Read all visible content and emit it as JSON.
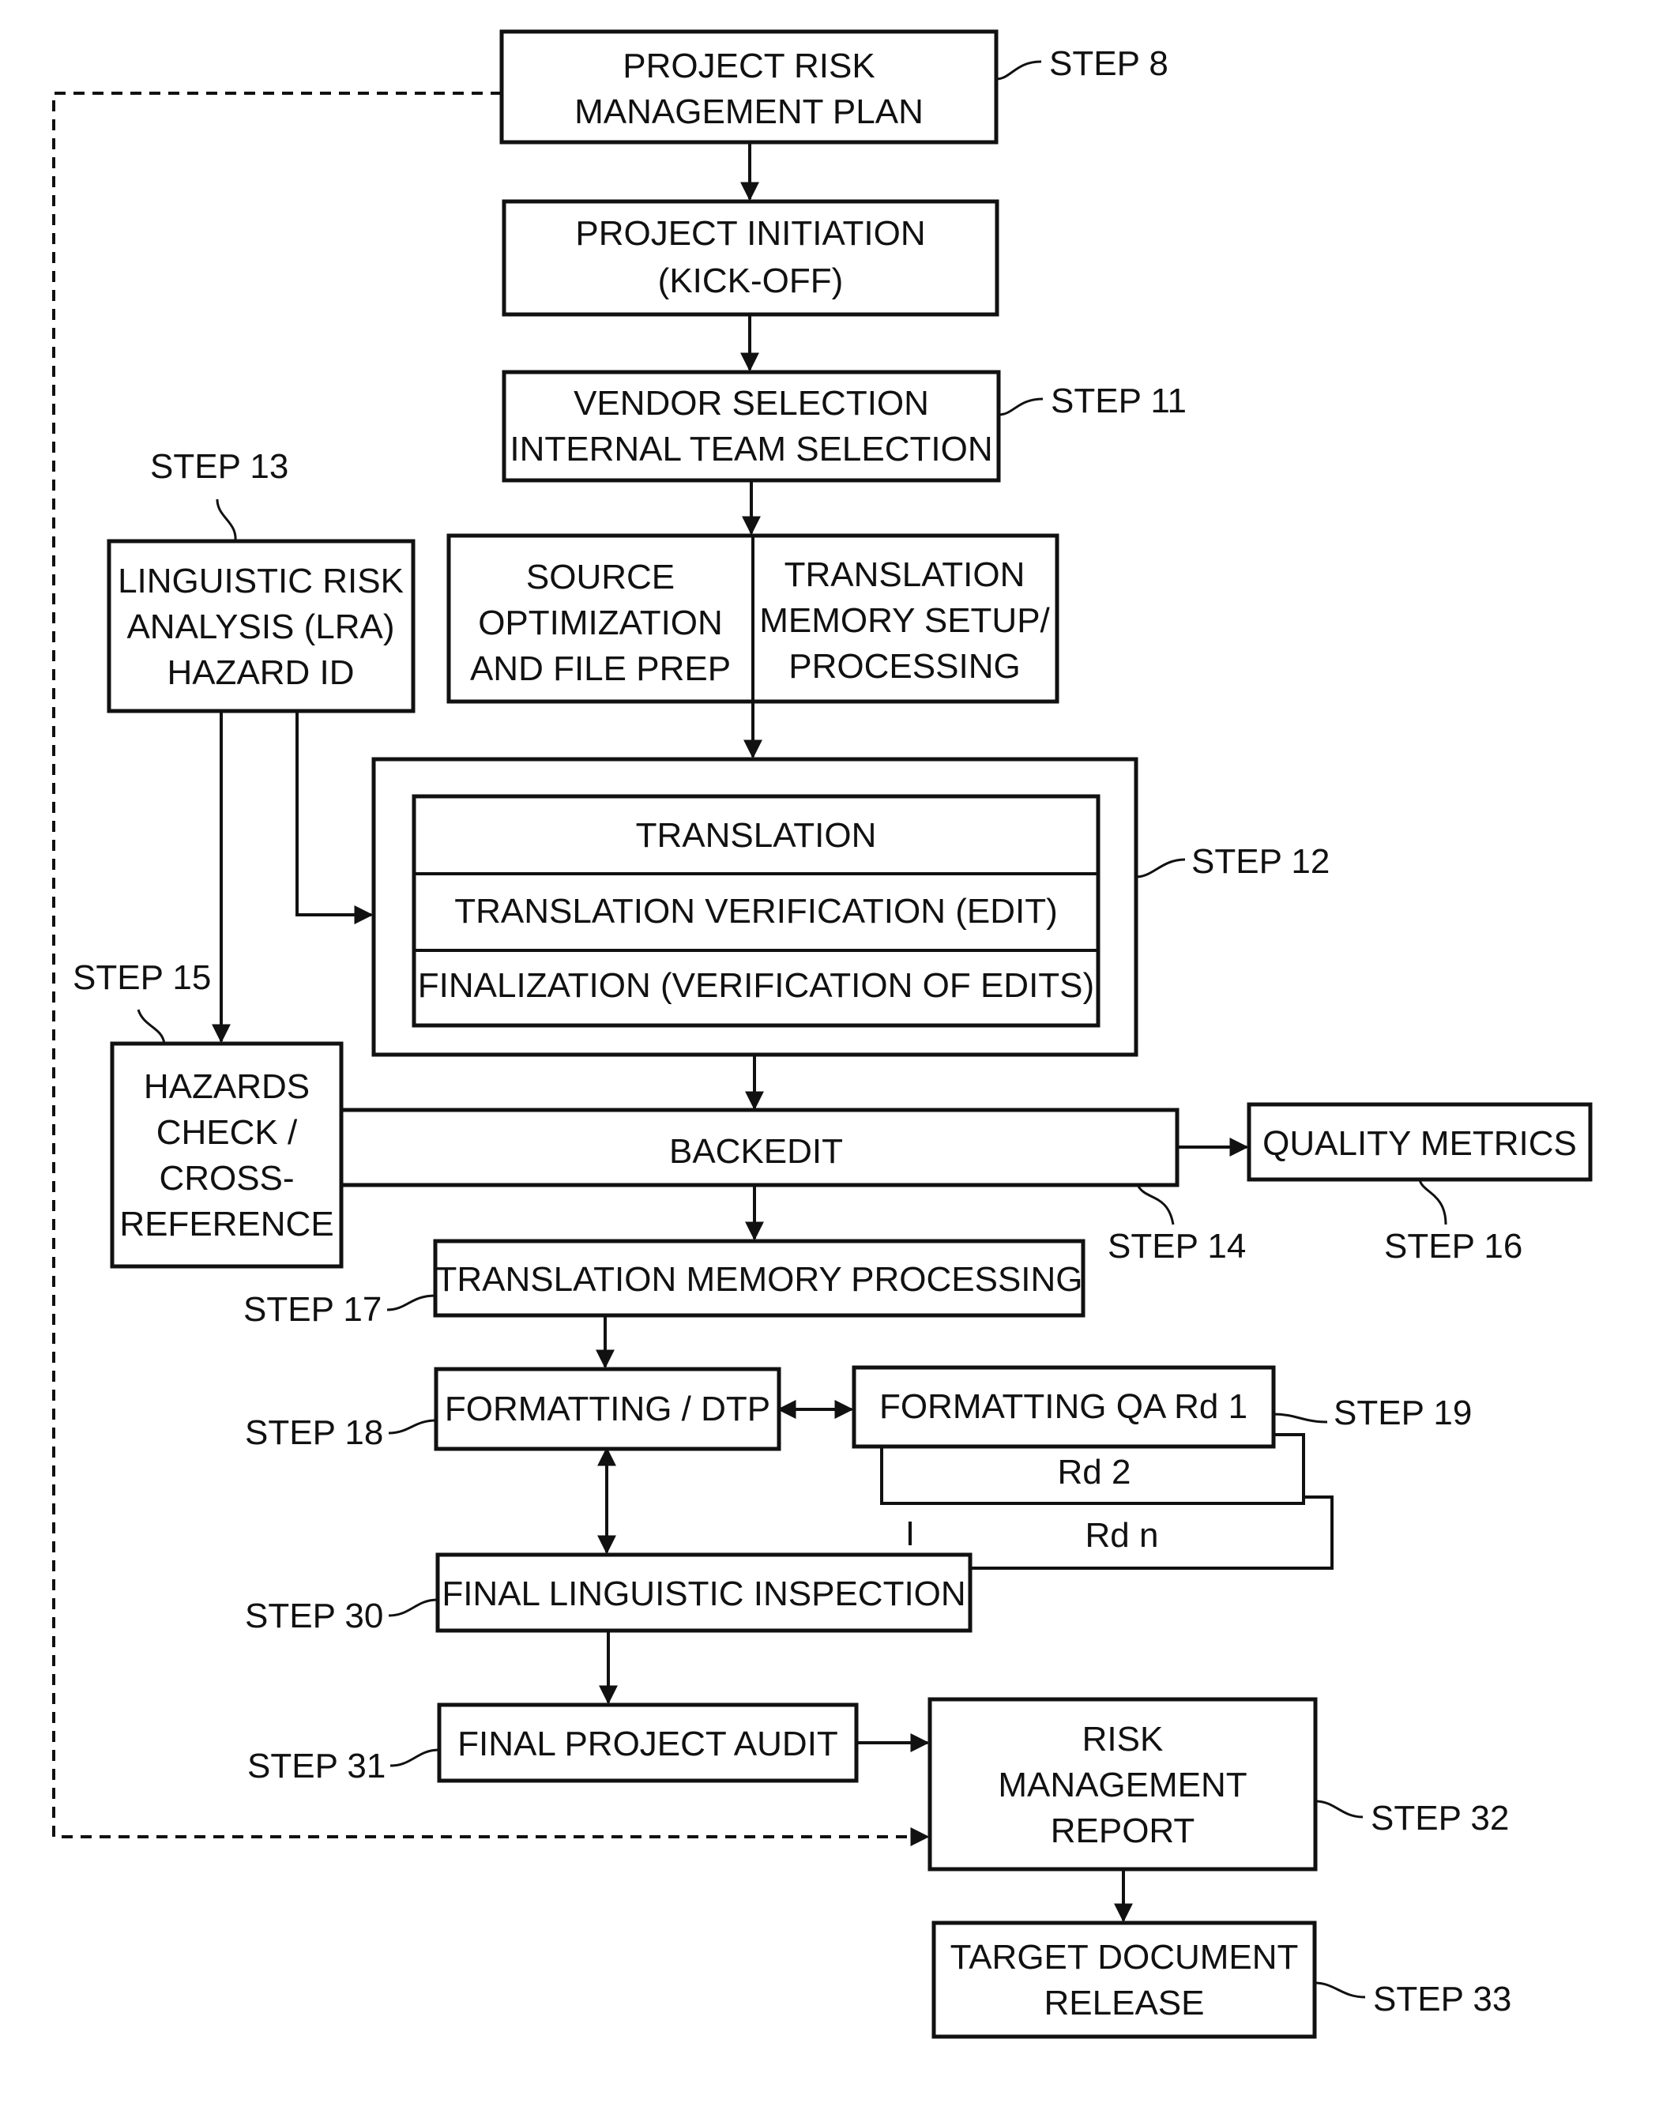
{
  "boxes": {
    "project_risk_plan": [
      "PROJECT RISK",
      "MANAGEMENT PLAN"
    ],
    "project_initiation": [
      "PROJECT INITIATION",
      "(KICK-OFF)"
    ],
    "vendor_selection": [
      "VENDOR SELECTION",
      "INTERNAL TEAM SELECTION"
    ],
    "lra": [
      "LINGUISTIC RISK",
      "ANALYSIS (LRA)",
      "HAZARD ID"
    ],
    "source_optimization": [
      "SOURCE",
      "OPTIMIZATION",
      "AND FILE PREP"
    ],
    "tm_setup": [
      "TRANSLATION",
      "MEMORY SETUP/",
      "PROCESSING"
    ],
    "translation": "TRANSLATION",
    "translation_verification": "TRANSLATION VERIFICATION (EDIT)",
    "finalization": "FINALIZATION (VERIFICATION OF EDITS)",
    "hazards_check": [
      "HAZARDS",
      "CHECK /",
      "CROSS-",
      "REFERENCE"
    ],
    "backedit": "BACKEDIT",
    "quality_metrics": "QUALITY METRICS",
    "tm_processing": "TRANSLATION MEMORY PROCESSING",
    "formatting_dtp": "FORMATTING / DTP",
    "formatting_qa_rd1": "FORMATTING QA Rd 1",
    "rd2": "Rd 2",
    "rdn": "Rd n",
    "final_linguistic_inspection": "FINAL LINGUISTIC INSPECTION",
    "final_project_audit": "FINAL PROJECT AUDIT",
    "risk_management_report": [
      "RISK",
      "MANAGEMENT",
      "REPORT"
    ],
    "target_document_release": [
      "TARGET DOCUMENT",
      "RELEASE"
    ]
  },
  "steps": {
    "step8": "STEP 8",
    "step11": "STEP 11",
    "step13": "STEP 13",
    "step12": "STEP 12",
    "step15": "STEP 15",
    "step14": "STEP 14",
    "step16": "STEP 16",
    "step17": "STEP 17",
    "step18": "STEP 18",
    "step19": "STEP 19",
    "step30": "STEP 30",
    "step31": "STEP 31",
    "step32": "STEP 32",
    "step33": "STEP 33"
  },
  "rd_separator": "I"
}
